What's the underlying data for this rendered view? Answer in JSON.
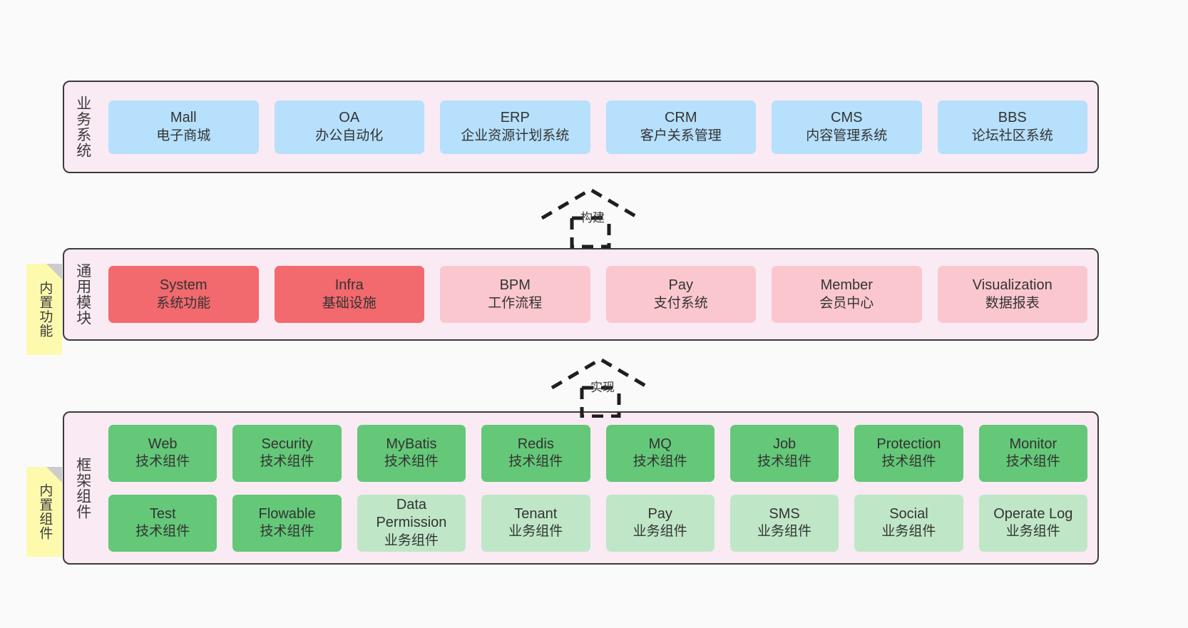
{
  "diagram": {
    "background": "#fafafa",
    "layer_bg": "#f9eaf4",
    "layer_border": "#3b3b3b",
    "note_bg": "#fdfaae"
  },
  "layers": [
    {
      "id": "business",
      "title": "业务系统",
      "color": "#b6e0fb",
      "items": [
        {
          "en": "Mall",
          "cn": "电子商城"
        },
        {
          "en": "OA",
          "cn": "办公自动化"
        },
        {
          "en": "ERP",
          "cn": "企业资源计划系统"
        },
        {
          "en": "CRM",
          "cn": "客户关系管理"
        },
        {
          "en": "CMS",
          "cn": "内容管理系统"
        },
        {
          "en": "BBS",
          "cn": "论坛社区系统"
        }
      ]
    },
    {
      "id": "modules",
      "title": "通用模块",
      "note": "内置功能",
      "colors": {
        "strong": "#f2696e",
        "soft": "#fbc7cf"
      },
      "items": [
        {
          "en": "System",
          "cn": "系统功能",
          "tone": "strong"
        },
        {
          "en": "Infra",
          "cn": "基础设施",
          "tone": "strong"
        },
        {
          "en": "BPM",
          "cn": "工作流程",
          "tone": "soft"
        },
        {
          "en": "Pay",
          "cn": "支付系统",
          "tone": "soft"
        },
        {
          "en": "Member",
          "cn": "会员中心",
          "tone": "soft"
        },
        {
          "en": "Visualization",
          "cn": "数据报表",
          "tone": "soft"
        }
      ]
    },
    {
      "id": "framework",
      "title": "框架组件",
      "note": "内置组件",
      "colors": {
        "tech": "#64c878",
        "biz": "#bfe7c7"
      },
      "row1": [
        {
          "en": "Web",
          "cn": "技术组件",
          "tone": "tech"
        },
        {
          "en": "Security",
          "cn": "技术组件",
          "tone": "tech"
        },
        {
          "en": "MyBatis",
          "cn": "技术组件",
          "tone": "tech"
        },
        {
          "en": "Redis",
          "cn": "技术组件",
          "tone": "tech"
        },
        {
          "en": "MQ",
          "cn": "技术组件",
          "tone": "tech"
        },
        {
          "en": "Job",
          "cn": "技术组件",
          "tone": "tech"
        },
        {
          "en": "Protection",
          "cn": "技术组件",
          "tone": "tech"
        },
        {
          "en": "Monitor",
          "cn": "技术组件",
          "tone": "tech"
        }
      ],
      "row2": [
        {
          "en": "Test",
          "cn": "技术组件",
          "tone": "tech"
        },
        {
          "en": "Flowable",
          "cn": "技术组件",
          "tone": "tech"
        },
        {
          "en": "Data Permission",
          "cn": "业务组件",
          "tone": "biz"
        },
        {
          "en": "Tenant",
          "cn": "业务组件",
          "tone": "biz"
        },
        {
          "en": "Pay",
          "cn": "业务组件",
          "tone": "biz"
        },
        {
          "en": "SMS",
          "cn": "业务组件",
          "tone": "biz"
        },
        {
          "en": "Social",
          "cn": "业务组件",
          "tone": "biz"
        },
        {
          "en": "Operate Log",
          "cn": "业务组件",
          "tone": "biz"
        }
      ]
    }
  ],
  "connectors": [
    {
      "id": "build",
      "label": "构建",
      "style": "dashed-generalization"
    },
    {
      "id": "impl",
      "label": "实现",
      "style": "dashed-generalization"
    }
  ]
}
